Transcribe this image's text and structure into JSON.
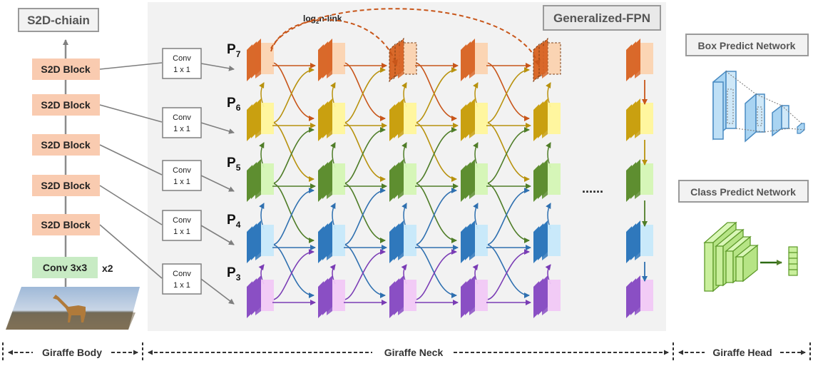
{
  "body": {
    "title": "S2D-chiain",
    "blocks": [
      "S2D Block",
      "S2D Block",
      "S2D Block",
      "S2D Block",
      "S2D Block"
    ],
    "stem": "Conv 3x3",
    "stem_repeat": "x2",
    "input_image": "giraffe-photo"
  },
  "neck": {
    "title": "Generalized-FPN",
    "conv_line1": "Conv",
    "conv_line2": "1 x 1",
    "levels": [
      {
        "name": "P",
        "sub": "7",
        "color": "#e8843a",
        "light": "#fbd3b0"
      },
      {
        "name": "P",
        "sub": "6",
        "color": "#d6b21a",
        "light": "#fff59a"
      },
      {
        "name": "P",
        "sub": "5",
        "color": "#6f9e3c",
        "light": "#d4f5b4"
      },
      {
        "name": "P",
        "sub": "4",
        "color": "#3f86c6",
        "light": "#c6e8fa"
      },
      {
        "name": "P",
        "sub": "3",
        "color": "#9a62d0",
        "light": "#f1c8f5"
      }
    ],
    "log_link_main": "log",
    "log_link_sub": "2",
    "log_link_rest": "n-link",
    "ellipsis": "......"
  },
  "head": {
    "box_title": "Box Predict Network",
    "class_title": "Class Predict Network"
  },
  "footer": {
    "body_label": "Giraffe Body",
    "neck_label": "Giraffe Neck",
    "head_label": "Giraffe Head"
  },
  "colors": {
    "block_fill": "#f9cbb0",
    "stem_fill": "#c8ebc4",
    "panel_bg": "#f2f2f2",
    "box_net": "#a9d4f2",
    "class_net": "#c9ef9c"
  }
}
